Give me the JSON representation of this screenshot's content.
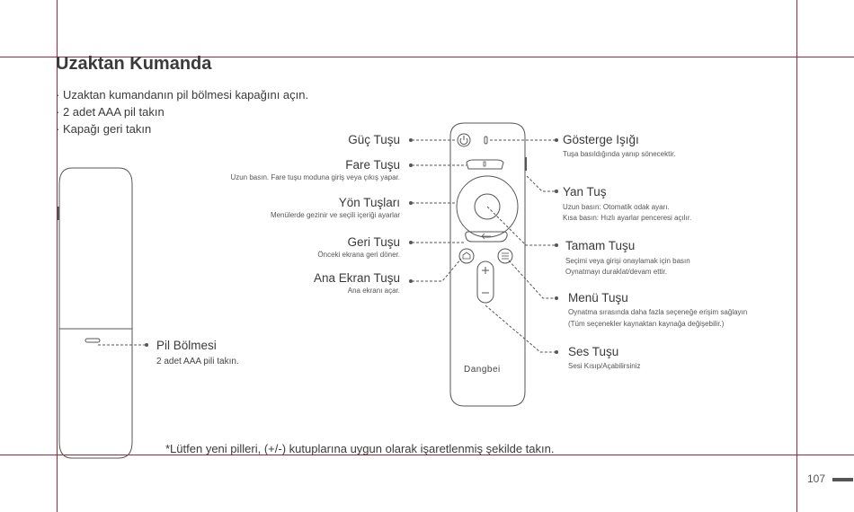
{
  "page": {
    "title": "Uzaktan Kumanda",
    "steps": [
      "Uzaktan kumandanın pil bölmesi kapağını açın.",
      "2 adet AAA pil takın",
      "Kapağı geri takın"
    ],
    "footnote": "*Lütfen yeni pilleri, (+/-) kutuplarına uygun olarak işaretlenmiş şekilde takın.",
    "page_number": "107"
  },
  "left_labels": [
    {
      "title": "Güç Tuşu",
      "desc": ""
    },
    {
      "title": "Fare Tuşu",
      "desc": "Uzun basın. Fare tuşu moduna giriş veya çıkış yapar."
    },
    {
      "title": "Yön Tuşları",
      "desc": "Menülerde gezinir ve seçili içeriği ayarlar"
    },
    {
      "title": "Geri Tuşu",
      "desc": "Önceki ekrana geri döner."
    },
    {
      "title": "Ana Ekran Tuşu",
      "desc": "Ana ekranı açar."
    }
  ],
  "right_labels": [
    {
      "title": "Gösterge Işığı",
      "desc": [
        "Tuşa basıldığında yanıp sönecektir."
      ]
    },
    {
      "title": "Yan Tuş",
      "desc": [
        "Uzun basın: Otomatik odak ayarı.",
        "Kısa basın: Hızlı ayarlar penceresi açılır."
      ]
    },
    {
      "title": "Tamam Tuşu",
      "desc": [
        "Seçimi veya girişi onaylamak için basın",
        "Oynatmayı duraklat/devam ettir."
      ]
    },
    {
      "title": "Menü Tuşu",
      "desc": [
        "Oynatma sırasında daha fazla seçeneğe erişim sağlayın",
        "(Tüm seçenekler kaynaktan kaynağa değişebilir.)"
      ]
    },
    {
      "title": "Ses Tuşu",
      "desc": [
        "Sesi Kısıp/Açabilirsiniz"
      ]
    }
  ],
  "battery": {
    "title": "Pil Bölmesi",
    "desc": "2 adet AAA pili takın."
  },
  "remote": {
    "brand": "Dangbei",
    "icons": [
      "power-icon",
      "mouse-icon",
      "back-icon",
      "home-icon",
      "menu-icon",
      "plus-icon",
      "minus-icon"
    ]
  },
  "colors": {
    "crop_marks": "#a8243a",
    "text": "#3a3a3a",
    "lines": "#555555"
  }
}
